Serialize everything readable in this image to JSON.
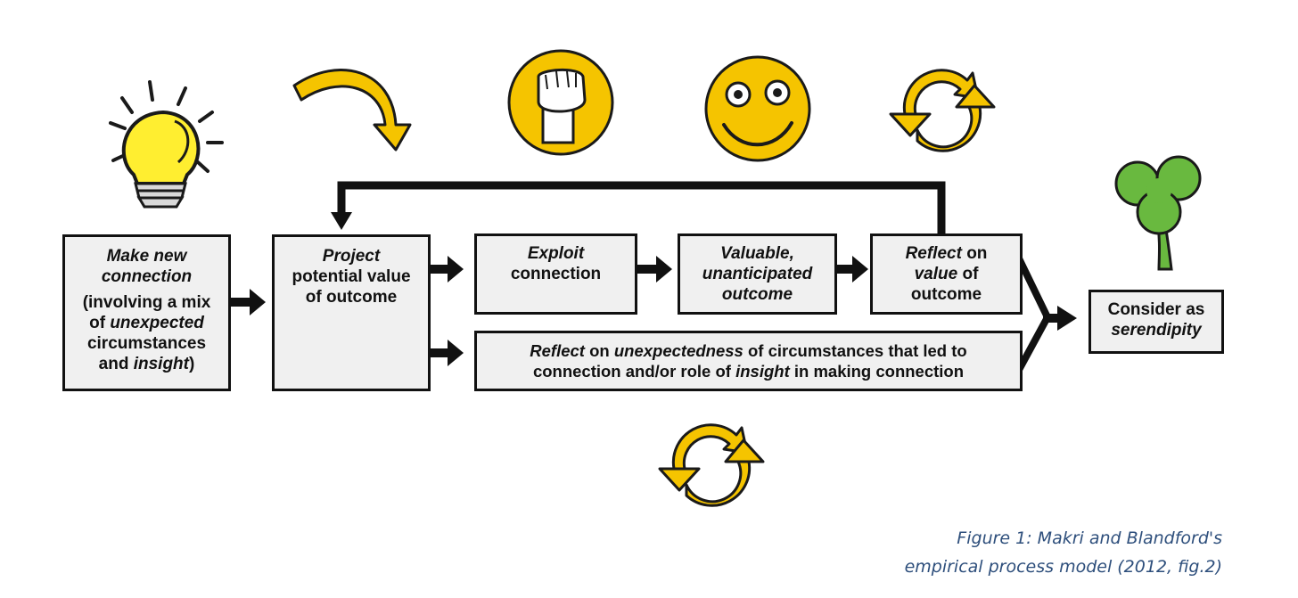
{
  "colors": {
    "box_fill": "#f0f0f0",
    "box_border": "#111111",
    "icon_yellow": "#f5c400",
    "icon_outline": "#1a1a1a",
    "clover_green": "#69b93f",
    "caption": "#2e4f7c"
  },
  "boxes": {
    "make_connection": {
      "l1": "Make new",
      "l2": "connection",
      "l3": "(involving a mix",
      "l4a": "of ",
      "l4b": "unexpected",
      "l5": "circumstances",
      "l6a": "and ",
      "l6b": "insight",
      "l6c": ")"
    },
    "project_value": {
      "l1": "Project",
      "l2": "potential value",
      "l3": "of outcome"
    },
    "exploit": {
      "l1": "Exploit",
      "l2": "connection"
    },
    "valuable_outcome": {
      "l1": "Valuable,",
      "l2": "unanticipated",
      "l3": "outcome"
    },
    "reflect_value": {
      "l1a": "Reflect",
      "l1b": " on",
      "l2a": "value",
      "l2b": " of",
      "l3": "outcome"
    },
    "reflect_unexpectedness": {
      "l1a": "Reflect",
      "l1b": " on ",
      "l1c": "unexpectedness",
      "l1d": " of circumstances that led to",
      "l2a": "connection and/or role of ",
      "l2b": "insight",
      "l2c": " in making connection"
    },
    "serendipity": {
      "l1": "Consider as",
      "l2": "serendipity"
    }
  },
  "icons": {
    "insight": "lightbulb-icon",
    "project": "curved-arrow-icon",
    "exploit": "raised-fist-icon",
    "outcome": "smiley-face-icon",
    "reflect_value": "circular-arrows-icon",
    "reflect_unexpectedness": "circular-arrows-icon",
    "serendipity": "shamrock-icon"
  },
  "caption": {
    "line1": "Figure 1: Makri and Blandford's",
    "line2": "empirical process model (2012, fig.2)"
  }
}
